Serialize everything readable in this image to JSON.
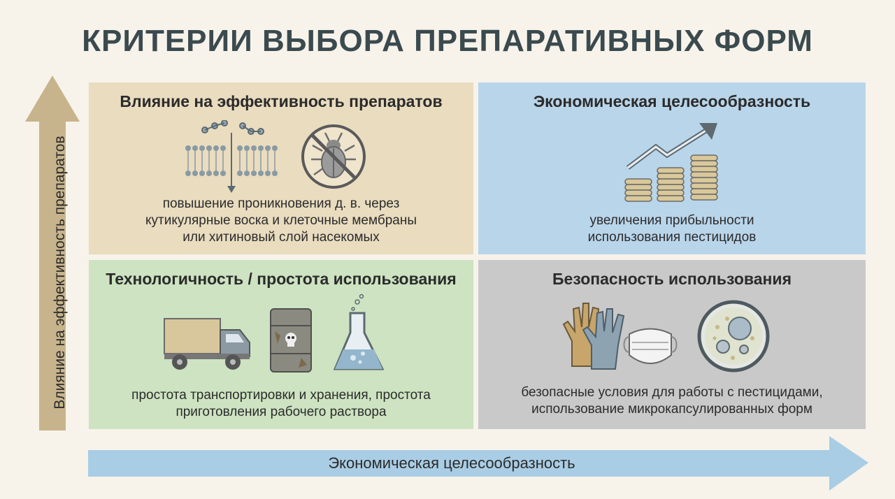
{
  "title": "КРИТЕРИИ ВЫБОРА ПРЕПАРАТИВНЫХ ФОРМ",
  "y_axis_label": "Влияние на эффективность препаратов",
  "x_axis_label": "Экономическая целесообразность",
  "quadrants": {
    "top_left": {
      "heading": "Влияние на эффективность препаратов",
      "text_lines": [
        "повышение проникновения д. в. через",
        "кутикулярные воска и клеточные мембраны",
        "или хитиновый слой насекомых"
      ],
      "icons": [
        "cell-membrane-icon",
        "no-insect-icon"
      ]
    },
    "top_right": {
      "heading": "Экономическая целесообразность",
      "text_lines": [
        "увеличения прибыльности",
        "использования пестицидов"
      ],
      "icons": [
        "growth-chart-coins-icon"
      ]
    },
    "bottom_left": {
      "heading": "Технологичность / простота использования",
      "text_lines": [
        "простота транспортировки и хранения, простота",
        "приготовления рабочего раствора"
      ],
      "icons": [
        "truck-icon",
        "toxic-barrel-icon",
        "flask-icon"
      ]
    },
    "bottom_right": {
      "heading": "Безопасность использования",
      "text_lines": [
        "безопасные условия для работы с пестицидами,",
        "использование микрокапсулированных форм"
      ],
      "icons": [
        "gloves-icon",
        "face-mask-icon",
        "microcapsule-icon"
      ]
    }
  },
  "colors": {
    "background": "#f7f3ea",
    "top_left": "#e9dcbf",
    "top_right": "#b9d5ea",
    "bottom_left": "#cde3c1",
    "bottom_right": "#c9c9c9",
    "vertical_arrow": "#c7b48c",
    "horizontal_arrow": "#a9cde4"
  }
}
